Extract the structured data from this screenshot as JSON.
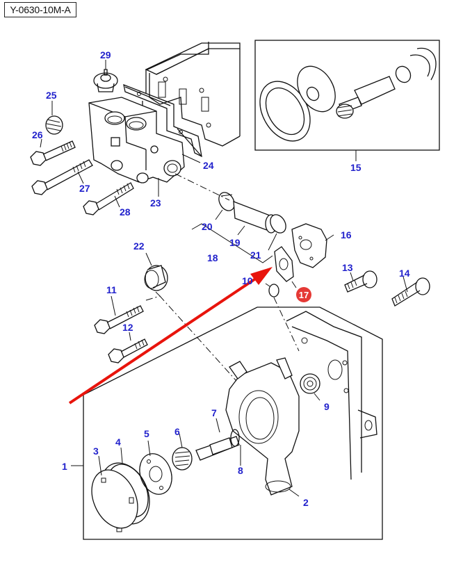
{
  "diagram_id": "Y-0630-10M-A",
  "highlight": {
    "part": "17",
    "badge_color": "#e53935",
    "arrow_color": "#e8140c"
  },
  "callout_color": "#2222cc",
  "callouts": [
    {
      "id": "1",
      "label": "1"
    },
    {
      "id": "2",
      "label": "2"
    },
    {
      "id": "3",
      "label": "3"
    },
    {
      "id": "4",
      "label": "4"
    },
    {
      "id": "5",
      "label": "5"
    },
    {
      "id": "6",
      "label": "6"
    },
    {
      "id": "7",
      "label": "7"
    },
    {
      "id": "8",
      "label": "8"
    },
    {
      "id": "9",
      "label": "9"
    },
    {
      "id": "10",
      "label": "10"
    },
    {
      "id": "11",
      "label": "11"
    },
    {
      "id": "12",
      "label": "12"
    },
    {
      "id": "13",
      "label": "13"
    },
    {
      "id": "14",
      "label": "14"
    },
    {
      "id": "15",
      "label": "15"
    },
    {
      "id": "16",
      "label": "16"
    },
    {
      "id": "17",
      "label": "17"
    },
    {
      "id": "18",
      "label": "18"
    },
    {
      "id": "19",
      "label": "19"
    },
    {
      "id": "20",
      "label": "20"
    },
    {
      "id": "21",
      "label": "21"
    },
    {
      "id": "22",
      "label": "22"
    },
    {
      "id": "23",
      "label": "23"
    },
    {
      "id": "24",
      "label": "24"
    },
    {
      "id": "25",
      "label": "25"
    },
    {
      "id": "26",
      "label": "26"
    },
    {
      "id": "27",
      "label": "27"
    },
    {
      "id": "28",
      "label": "28"
    },
    {
      "id": "29",
      "label": "29"
    }
  ]
}
